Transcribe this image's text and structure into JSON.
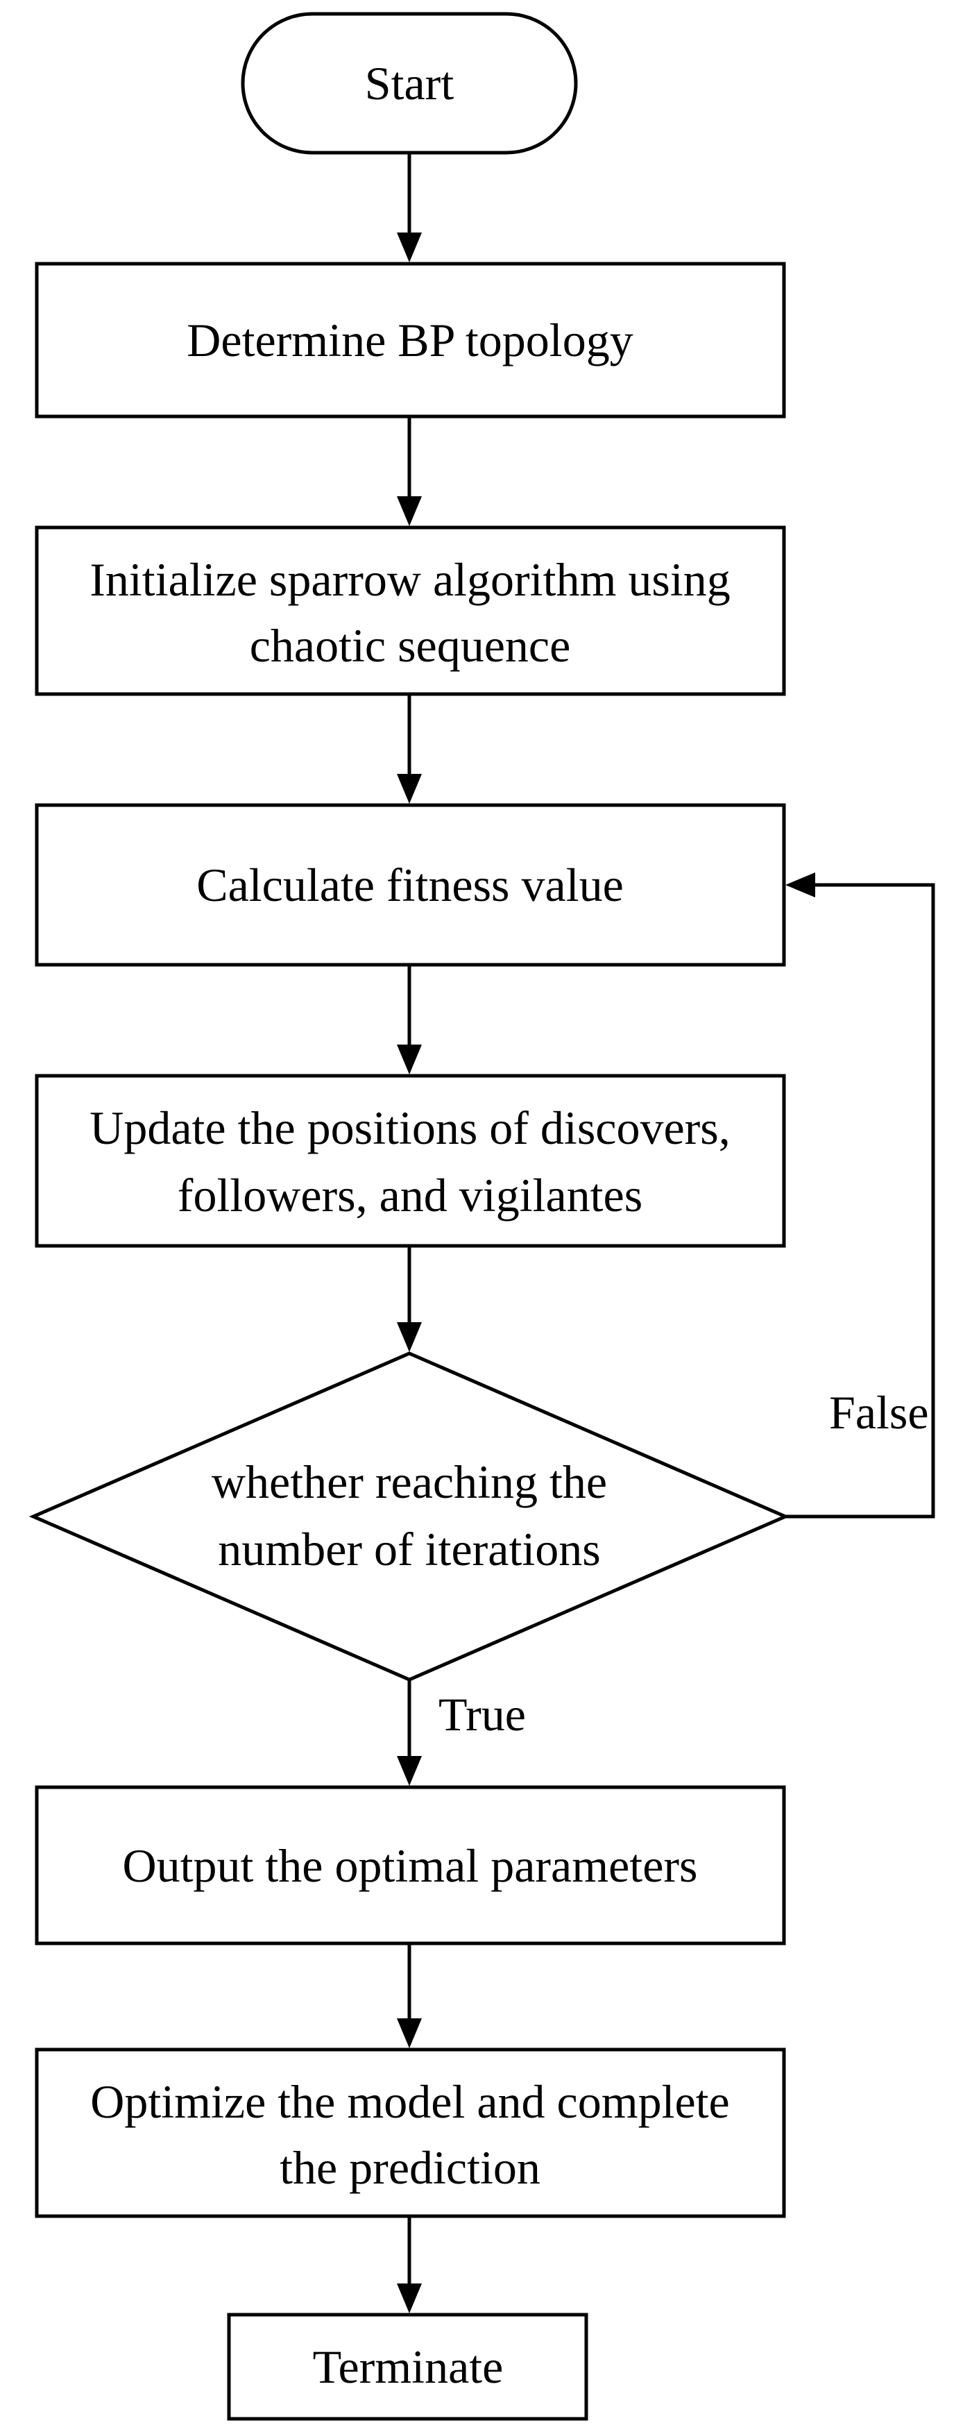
{
  "nodes": {
    "start": "Start",
    "determine": "Determine BP topology",
    "initialize": [
      "Initialize sparrow algorithm using",
      "chaotic sequence"
    ],
    "fitness": "Calculate fitness value",
    "update": [
      "Update the positions of discovers,",
      "followers, and vigilantes"
    ],
    "decision": [
      "whether reaching the",
      "number of iterations"
    ],
    "output": "Output the optimal parameters",
    "optimize": [
      "Optimize the model and complete",
      "the prediction"
    ],
    "terminate": "Terminate"
  },
  "edges": {
    "false_label": "False",
    "true_label": "True"
  }
}
